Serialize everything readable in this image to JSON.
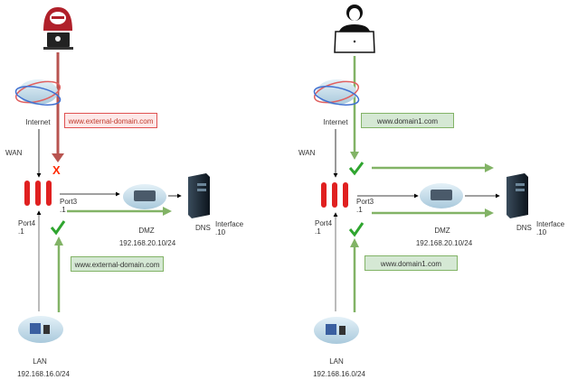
{
  "left_panel": {
    "actor": "hacker",
    "internet_label": "Internet",
    "wan_label": "WAN",
    "port3_label": "Port3",
    "port3_ip": ".1",
    "port4_label": "Port4",
    "port4_ip": ".1",
    "dmz_label": "DMZ",
    "dmz_subnet": "192.168.20.10/24",
    "dns_label": "DNS",
    "interface_label": "Interface",
    "interface_ip": ".10",
    "lan_label": "LAN",
    "lan_subnet": "192.168.16.0/24",
    "wan_request_box": "www.external-domain.com",
    "wan_status": "blocked",
    "lan_request_box": "www.external-domain.com",
    "lan_status": "allowed"
  },
  "right_panel": {
    "actor": "user",
    "internet_label": "Internet",
    "wan_label": "WAN",
    "port3_label": "Port3",
    "port3_ip": ".1",
    "port4_label": "Port4",
    "port4_ip": ".1",
    "dmz_label": "DMZ",
    "dmz_subnet": "192.168.20.10/24",
    "dns_label": "DNS",
    "interface_label": "Interface",
    "interface_ip": ".10",
    "lan_label": "LAN",
    "lan_subnet": "192.168.16.0/24",
    "wan_request_box": "www.domain1.com",
    "wan_status": "allowed",
    "lan_request_box": "www.domain1.com",
    "lan_status": "allowed"
  },
  "colors": {
    "blocked": "#b85450",
    "allowed": "#82b366",
    "firewall": "#e02020",
    "x_mark": "#ff2a00",
    "check_mark": "#2fa52f"
  }
}
